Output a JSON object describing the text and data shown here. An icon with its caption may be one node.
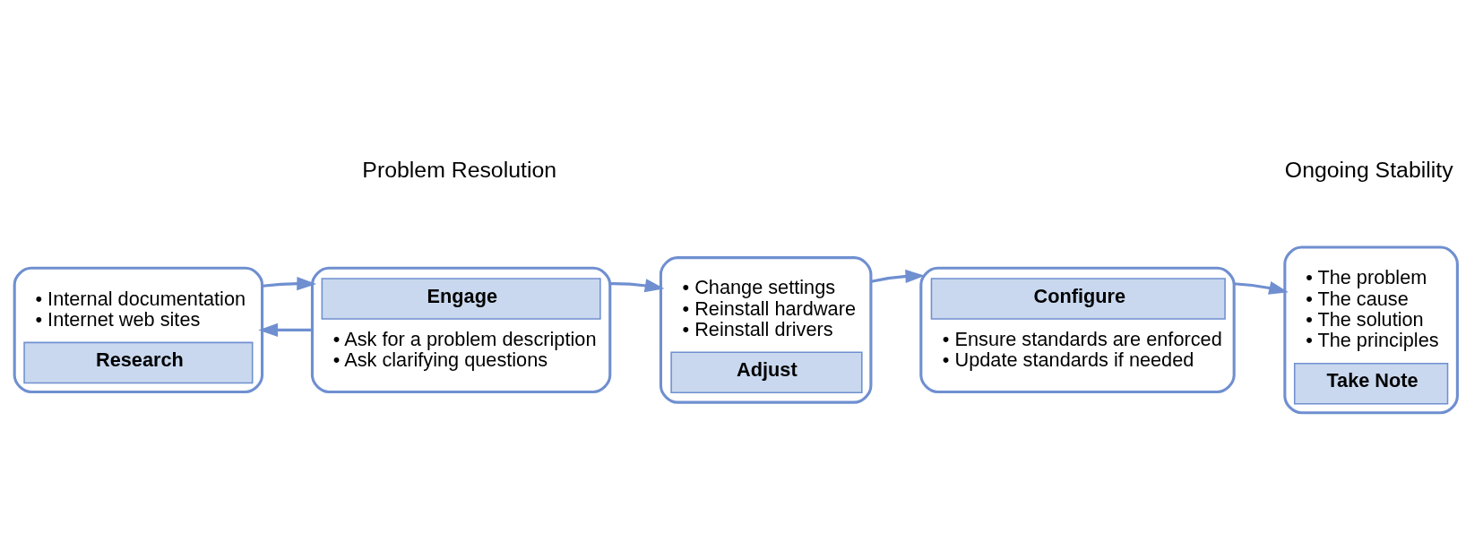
{
  "diagram": {
    "nodes": [
      {
        "text": [
          "• Internal documentation",
          "• Internet web sites",
          "Research"
        ]
      },
      {
        "text": [
          "Engage",
          "• Ask for a problem description",
          "• Ask clarifying questions"
        ]
      },
      {
        "text": [
          "• Change settings",
          "• Reinstall hardware",
          "• Reinstall drivers",
          "Adjust"
        ]
      },
      {
        "text": [
          "Configure",
          "• Ensure standards are enforced",
          "• Update standards if needed"
        ]
      },
      {
        "text": [
          "• The problem",
          "• The cause",
          "• The solution",
          "• The principles",
          "Take Note"
        ]
      }
    ],
    "edges": [
      {
        "from": 1,
        "to": 0,
        "arrow": "to"
      },
      {
        "from": 1,
        "to": 2,
        "arrow": "to"
      },
      {
        "from": 0,
        "to": 1,
        "arrow": "to"
      },
      {
        "from": 2,
        "to": 3,
        "arrow": "to"
      },
      {
        "from": 3,
        "to": 4,
        "arrow": "to"
      }
    ],
    "labels": [
      "Problem Resolution",
      "Ongoing Stability"
    ]
  }
}
